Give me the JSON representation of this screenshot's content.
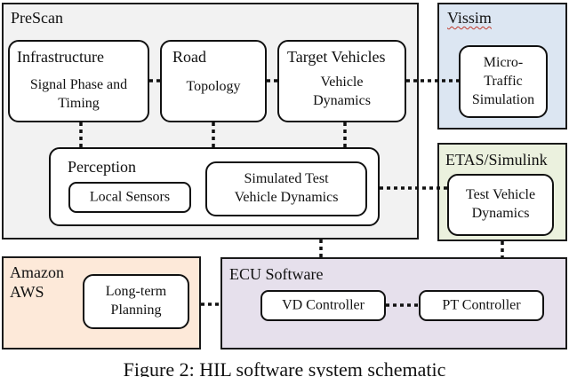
{
  "prescan": {
    "title": "PreScan",
    "infrastructure": {
      "title": "Infrastructure",
      "body": "Signal Phase and Timing"
    },
    "road": {
      "title": "Road",
      "body": "Topology"
    },
    "target_vehicles": {
      "title": "Target Vehicles",
      "body": "Vehicle Dynamics"
    },
    "perception": {
      "title": "Perception",
      "local_sensors": "Local Sensors",
      "simulated": "Simulated Test Vehicle Dynamics"
    }
  },
  "vissim": {
    "title": "Vissim",
    "box": "Micro-Traffic Simulation"
  },
  "etas": {
    "title": "ETAS/Simulink",
    "box": "Test Vehicle Dynamics"
  },
  "amazon": {
    "title": "Amazon AWS",
    "box": "Long-term Planning"
  },
  "ecu": {
    "title": "ECU Software",
    "vd": "VD Controller",
    "pt": "PT Controller"
  },
  "caption": "Figure 2: HIL software system schematic",
  "colors": {
    "prescan_bg": "#f2f2f2",
    "vissim_bg": "#dce6f2",
    "etas_bg": "#ebf1de",
    "amazon_bg": "#fde9d9",
    "ecu_bg": "#e6e0ec"
  }
}
